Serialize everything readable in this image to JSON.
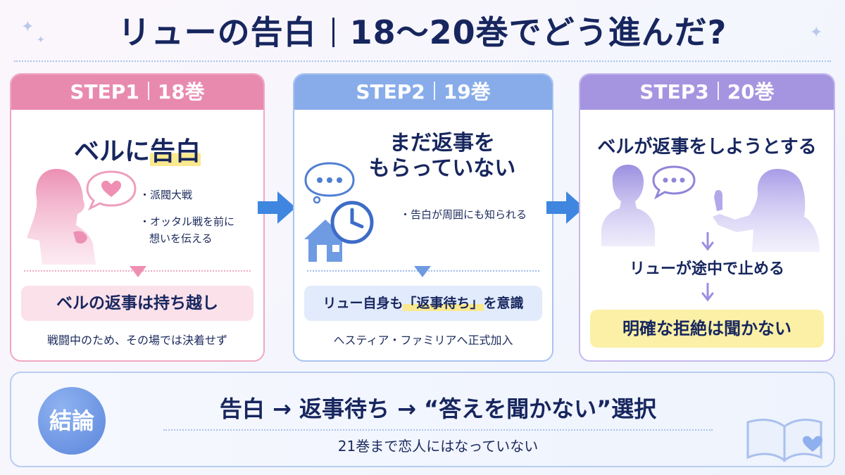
{
  "title": {
    "left": "リューの告白",
    "right": "18〜20巻でどう進んだ?"
  },
  "steps": [
    {
      "label": "STEP1",
      "volume": "18巻",
      "headline_plain": "ベルに",
      "headline_highlight": "告白",
      "bullets": [
        "・派閥大戦",
        "・オッタル戦を前に",
        "想いを伝える"
      ],
      "result_box": "ベルの返事は持ち越し",
      "note": "戦闘中のため、その場では決着せず",
      "color": "#e88aae"
    },
    {
      "label": "STEP2",
      "volume": "19巻",
      "headline_line1": "まだ返事を",
      "headline_line2": "もらっていない",
      "bullets": [
        "・告白が周囲にも知られる"
      ],
      "result_plain_before": "リュー自身も",
      "result_highlight": "「返事待ち」",
      "result_plain_after": "を意識",
      "note": "ヘスティア・ファミリアへ正式加入",
      "color": "#88acea"
    },
    {
      "label": "STEP3",
      "volume": "20巻",
      "headline": "ベルが返事をしようとする",
      "middle": "リューが途中で止める",
      "result_box": "明確な拒絶は聞かない",
      "color": "#a594e0"
    }
  ],
  "summary": {
    "badge": "結論",
    "main": "告白 → 返事待ち → “答えを聞かない”選択",
    "sub": "21巻まで恋人にはなっていない"
  }
}
